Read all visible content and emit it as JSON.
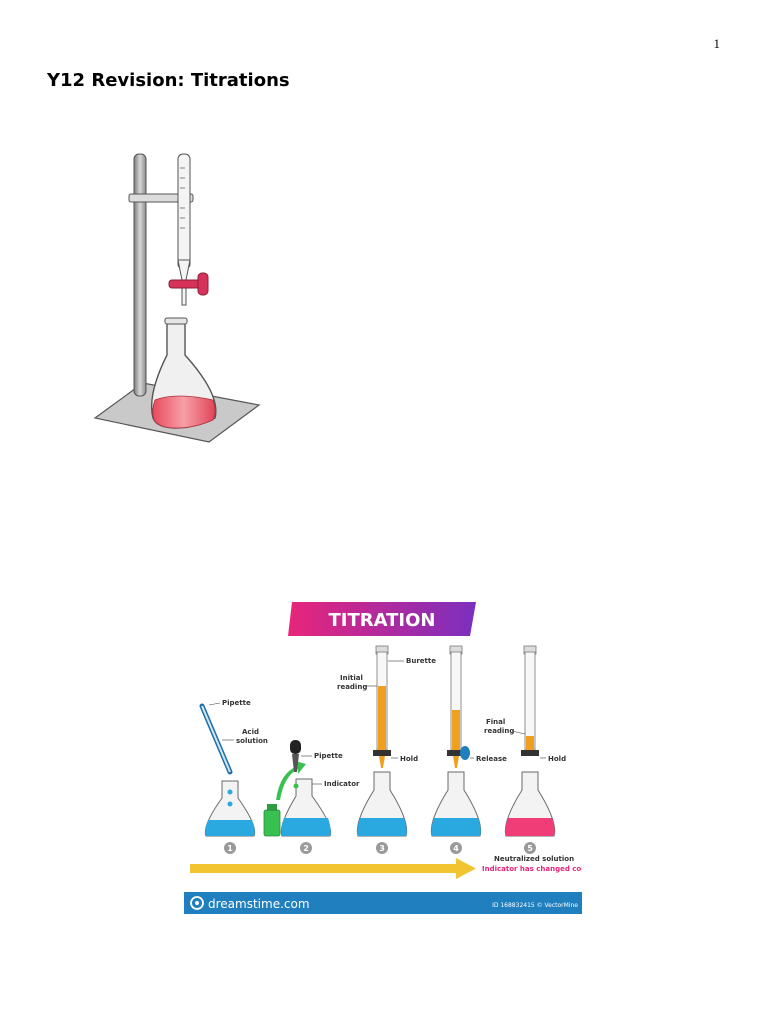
{
  "page": {
    "number": "1",
    "title": "Y12 Revision: Titrations"
  },
  "infographic": {
    "title": "TITRATION",
    "labels": {
      "pipette": "Pipette",
      "acid_solution_line1": "Acid",
      "acid_solution_line2": "solution",
      "pipette_dropper": "Pipette",
      "indicator": "Indicator",
      "burette": "Burette",
      "initial_reading_line1": "Initial",
      "initial_reading_line2": "reading",
      "hold_1": "Hold",
      "release": "Release",
      "final_reading_line1": "Final",
      "final_reading_line2": "reading",
      "hold_2": "Hold"
    },
    "steps": [
      "1",
      "2",
      "3",
      "4",
      "5"
    ],
    "result_line1": "Neutralized solution",
    "result_line2": "Indicator has changed color",
    "footer_brand": "dreamstime.com",
    "footer_id": "ID 168832415 © VectorMine",
    "colors": {
      "title_gradient_start": "#e8257a",
      "title_gradient_end": "#7b2fbf",
      "blue_liquid": "#2aa8e0",
      "orange_liquid": "#f0a020",
      "pink_liquid": "#f03d78",
      "green": "#38c050",
      "footer_blue": "#1f7fbf",
      "arrow_yellow": "#f2c432",
      "step_gray": "#9a9a9a"
    }
  },
  "photo_colors": {
    "stopcock": "#d6325a",
    "solution": "#f06a78"
  }
}
